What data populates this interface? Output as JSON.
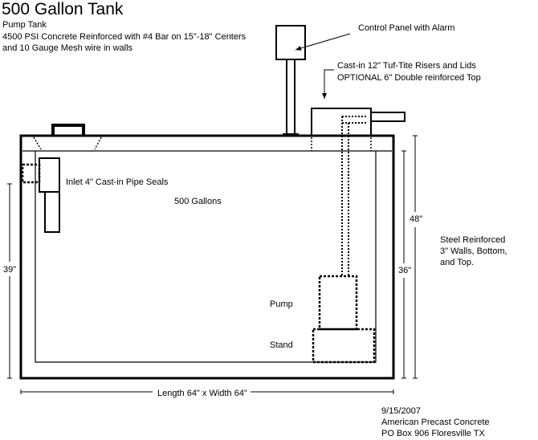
{
  "header": {
    "title": "500 Gallon Tank",
    "subtitle": "Pump Tank",
    "spec_line1": "4500 PSI Concrete Reinforced with #4 Bar on 15\"-18\" Centers",
    "spec_line2": "and 10  Gauge Mesh wire in walls"
  },
  "labels": {
    "control_panel": "Control  Panel with Alarm",
    "risers_line1": "Cast-in 12\" Tuf-Tite Risers and Lids",
    "risers_line2": "OPTIONAL 6\" Double reinforced Top",
    "inlet": "Inlet  4\" Cast-in Pipe Seals",
    "capacity": "500 Gallons",
    "pump": "Pump",
    "stand": "Stand",
    "steel_line1": "Steel Reinforced",
    "steel_line2": "3\" Walls, Bottom,",
    "steel_line3": "and Top."
  },
  "dimensions": {
    "height_outer": "48\"",
    "height_inner_right": "36\"",
    "height_inner_left": "39\"",
    "length_width": "Length 64\" x Width 64\""
  },
  "footer": {
    "date": "9/15/2007",
    "company": "American Precast Concrete",
    "address": "PO Box 906 Floresville TX"
  }
}
